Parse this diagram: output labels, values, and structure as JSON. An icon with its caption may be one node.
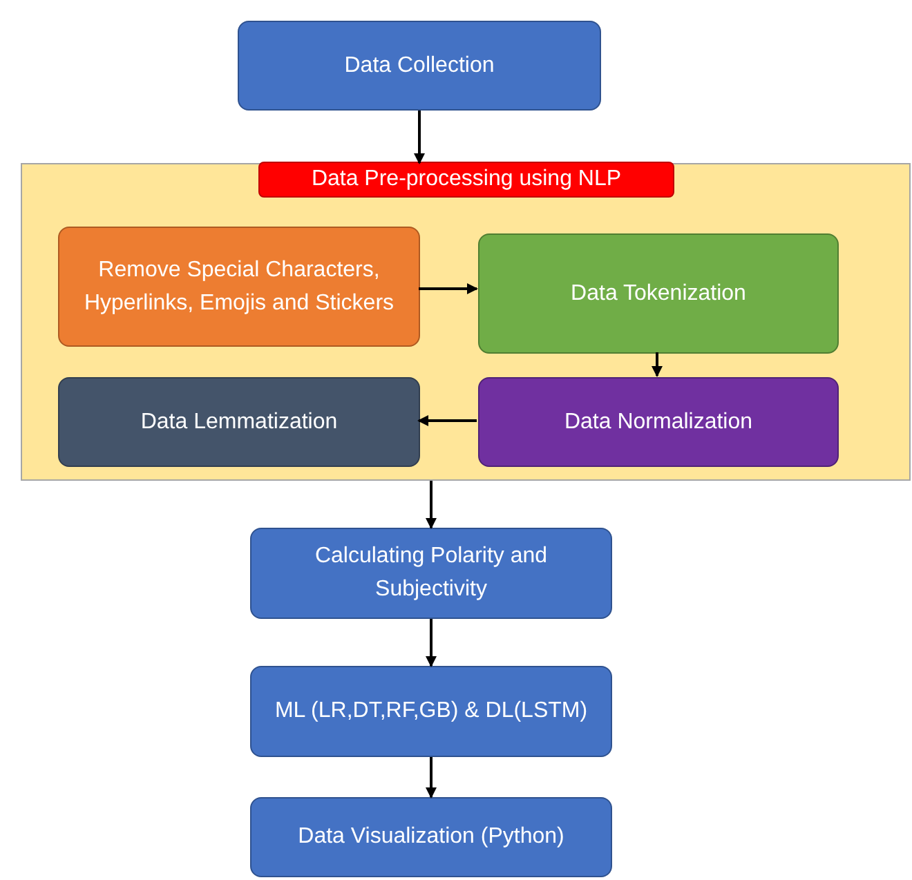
{
  "diagram": {
    "nodes": [
      {
        "text": [
          "Data Collection"
        ]
      },
      {
        "text": [],
        "shape": "box"
      },
      {
        "text": [
          "Data Pre-processing using NLP"
        ],
        "in": 1
      },
      {
        "text": [
          "Remove Special Characters, Hyperlinks, Emojis and Stickers"
        ],
        "in": 1
      },
      {
        "text": [
          "Data Tokenization"
        ],
        "in": 1
      },
      {
        "text": [
          "Data Lemmatization"
        ],
        "in": 1
      },
      {
        "text": [
          "Data Normalization"
        ],
        "in": 1
      },
      {
        "text": [
          "Calculating Polarity and Subjectivity"
        ]
      },
      {
        "text": [
          "ML (LR,DT,RF,GB) & DL(LSTM)"
        ]
      },
      {
        "text": [
          "Data Visualization (Python)"
        ]
      }
    ],
    "edges": [
      {
        "from": 0,
        "to": 1,
        "arrow": "to"
      },
      {
        "from": 3,
        "to": 4,
        "arrow": "to"
      },
      {
        "from": 4,
        "to": 6,
        "arrow": "to"
      },
      {
        "from": 6,
        "to": 5,
        "arrow": "to"
      },
      {
        "from": 1,
        "to": 7,
        "arrow": "to"
      },
      {
        "from": 7,
        "to": 8,
        "arrow": "to"
      },
      {
        "from": 8,
        "to": 9,
        "arrow": "to"
      }
    ]
  }
}
